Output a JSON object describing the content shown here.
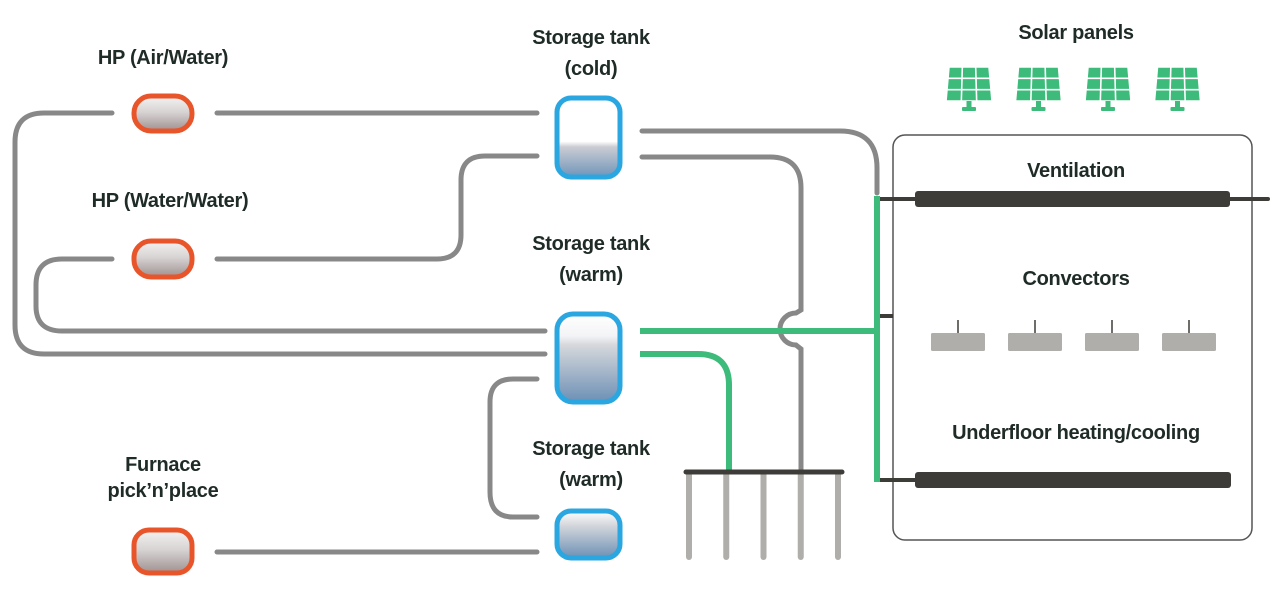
{
  "colors": {
    "pipe_grey": "#888888",
    "pipe_green": "#3dbb7a",
    "heat_pump_border": "#e8552a",
    "tank_border": "#2aa6e0",
    "dark_bar": "#3e3c38",
    "convector": "#b0aeaa",
    "probe": "#b0aeaa",
    "label_text": "#1f2b27",
    "solar": "#3dbb7a"
  },
  "sources": {
    "hp_air_water": {
      "label": "HP (Air/Water)",
      "icon": "heat-pump-icon"
    },
    "hp_water_water": {
      "label": "HP (Water/Water)",
      "icon": "heat-pump-icon"
    },
    "furnace": {
      "label_lines": [
        "Furnace",
        "pick’n’place"
      ],
      "icon": "furnace-icon"
    }
  },
  "tanks": {
    "cold": {
      "label_lines": [
        "Storage tank",
        "(cold)"
      ],
      "icon": "storage-tank-icon"
    },
    "warm_upper": {
      "label_lines": [
        "Storage tank",
        "(warm)"
      ],
      "icon": "storage-tank-icon"
    },
    "warm_lower": {
      "label_lines": [
        "Storage tank",
        "(warm)"
      ],
      "icon": "storage-tank-icon"
    }
  },
  "solar": {
    "label": "Solar panels",
    "panel_count": 4,
    "icon": "solar-panel-icon"
  },
  "ground_probes": {
    "count": 5,
    "icon": "ground-probe-icon"
  },
  "building": {
    "ventilation": {
      "label": "Ventilation"
    },
    "convectors": {
      "label": "Convectors",
      "count": 4
    },
    "underfloor": {
      "label": "Underfloor heating/cooling"
    }
  }
}
